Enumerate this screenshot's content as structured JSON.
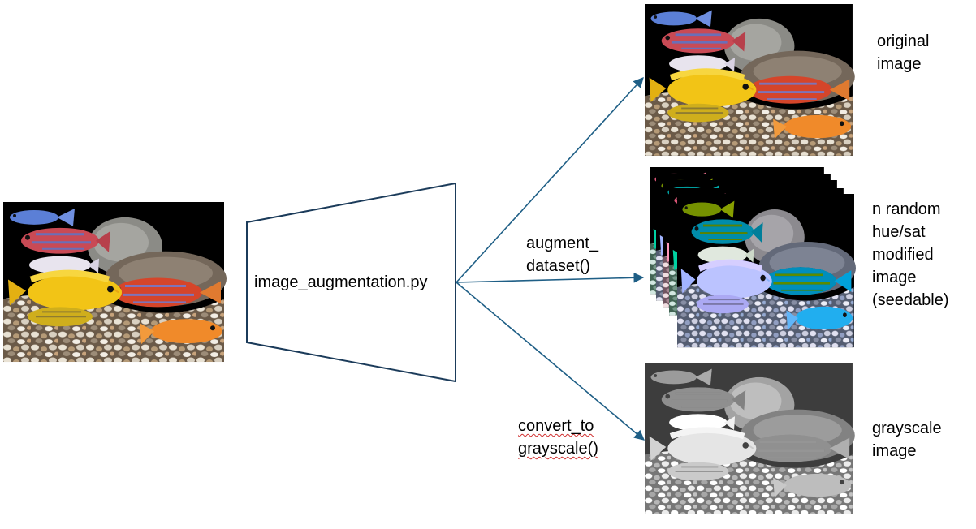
{
  "script_label": "image_augmentation.py",
  "functions": {
    "augment": [
      "augment_",
      "dataset()"
    ],
    "convert": [
      "convert_to",
      "grayscale()"
    ]
  },
  "outputs": {
    "original": [
      "original",
      "image"
    ],
    "hue_sat": [
      "n random",
      "hue/sat",
      "modified",
      "image",
      "(seedable)"
    ],
    "grayscale": [
      "grayscale",
      "image"
    ]
  },
  "colors": {
    "arrow": "#1f5f86",
    "outline": "#1b3b5a",
    "photo_background": "#000000",
    "spellcheck": "#d03030"
  },
  "photos": [
    {
      "id": "input",
      "tone": "color",
      "icon": "aquarium-photo-icon"
    },
    {
      "id": "original",
      "tone": "color",
      "icon": "aquarium-photo-icon"
    },
    {
      "id": "hue_stack",
      "tone": "hue-shifted",
      "icon": "photo-stack-icon"
    },
    {
      "id": "grayscale",
      "tone": "grayscale",
      "icon": "grayscale-photo-icon"
    }
  ]
}
